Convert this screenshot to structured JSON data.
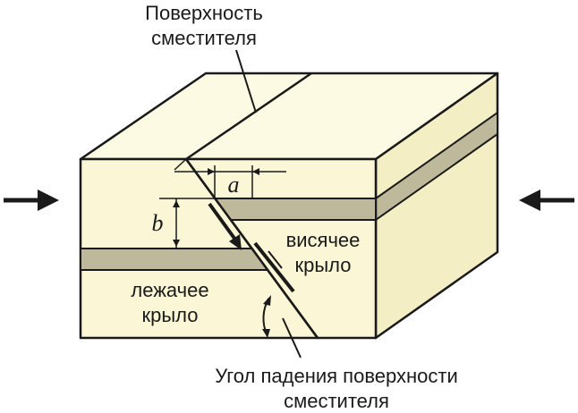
{
  "labels": {
    "fault_surface_line1": "Поверхность",
    "fault_surface_line2": "сместителя",
    "hanging_wall_line1": "висячее",
    "hanging_wall_line2": "крыло",
    "footwall_line1": "лежачее",
    "footwall_line2": "крыло",
    "dip_angle_line1": "Угол падения поверхности",
    "dip_angle_line2": "сместителя",
    "dim_a": "a",
    "dim_b": "b"
  },
  "colors": {
    "rock": "#fbf7d6",
    "rock_top": "#fdfae3",
    "rock_side": "#f3eec4",
    "layer": "#bdb99a",
    "outline": "#1a1a1a"
  }
}
